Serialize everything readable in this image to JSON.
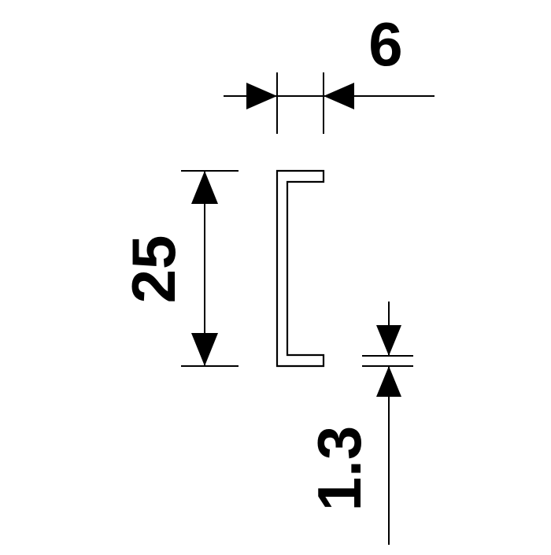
{
  "diagram": {
    "dimensions": {
      "width_label": "6",
      "height_label": "25",
      "thickness_label": "1.3"
    },
    "colors": {
      "line": "#000000",
      "background": "#ffffff"
    }
  }
}
